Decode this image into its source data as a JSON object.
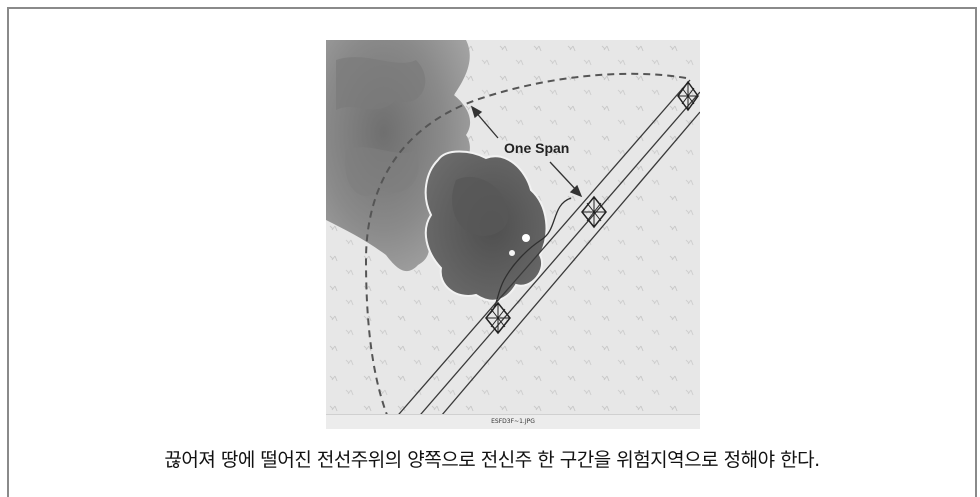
{
  "figure": {
    "span_label": "One Span",
    "filename": "ESFD3F~1.JPG"
  },
  "caption": "끊어져 땅에 떨어진 전선주위의 양쪽으로 전신주 한 구간을 위험지역으로 정해야 한다."
}
